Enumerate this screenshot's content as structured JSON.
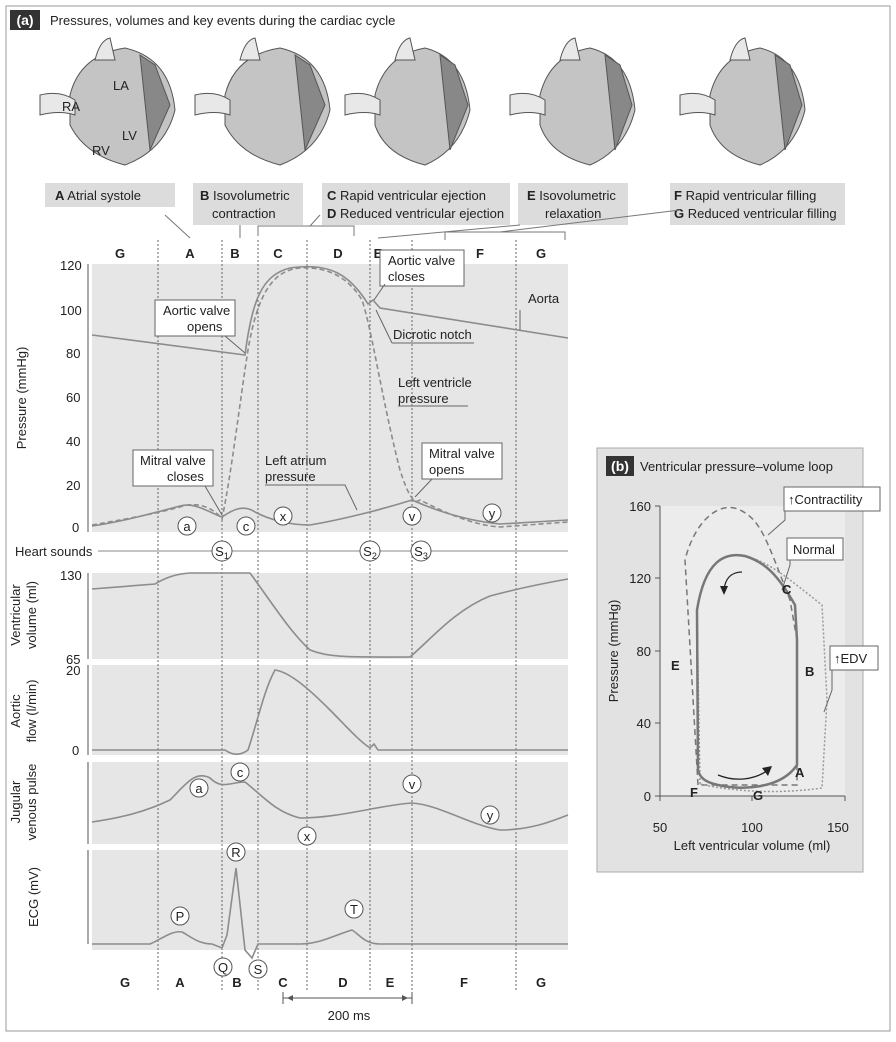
{
  "panel_a": {
    "badge": "(a)",
    "title": "Pressures, volumes and key events during the cardiac cycle",
    "heart_labels": {
      "ra": "RA",
      "la": "LA",
      "rv": "RV",
      "lv": "LV"
    },
    "phase_captions": [
      {
        "letter": "A",
        "text": "Atrial systole"
      },
      {
        "letter": "B",
        "text": "Isovolumetric"
      },
      {
        "letter": "",
        "text": "contraction"
      },
      {
        "letter": "C",
        "text": "Rapid ventricular ejection"
      },
      {
        "letter": "D",
        "text": "Reduced ventricular ejection"
      },
      {
        "letter": "E",
        "text": "Isovolumetric"
      },
      {
        "letter": "",
        "text": "relaxation"
      },
      {
        "letter": "F",
        "text": "Rapid ventricular filling"
      },
      {
        "letter": "G",
        "text": "Reduced ventricular filling"
      }
    ],
    "phase_letters_top": [
      "G",
      "A",
      "B",
      "C",
      "D",
      "E",
      "F",
      "G"
    ],
    "phase_letters_bottom": [
      "G",
      "A",
      "B",
      "C",
      "D",
      "E",
      "F",
      "G"
    ],
    "pressure": {
      "ylabel": "Pressure (mmHg)",
      "ticks": [
        "120",
        "100",
        "80",
        "60",
        "40",
        "20",
        "0"
      ],
      "annotations": {
        "aortic_opens_1": "Aortic valve",
        "aortic_opens_2": "opens",
        "aortic_closes_1": "Aortic valve",
        "aortic_closes_2": "closes",
        "aorta": "Aorta",
        "dicrotic": "Dicrotic notch",
        "lv_1": "Left ventricle",
        "lv_2": "pressure",
        "mitral_closes_1": "Mitral valve",
        "mitral_closes_2": "closes",
        "la_1": "Left atrium",
        "la_2": "pressure",
        "mitral_opens_1": "Mitral valve",
        "mitral_opens_2": "opens"
      },
      "wave_labels": [
        "a",
        "c",
        "x",
        "v",
        "y"
      ]
    },
    "heart_sounds": {
      "label": "Heart sounds",
      "s1": "S",
      "s1_sub": "1",
      "s2": "S",
      "s2_sub": "2",
      "s3": "S",
      "s3_sub": "3"
    },
    "volume": {
      "ylabel_1": "Ventricular",
      "ylabel_2": "volume (ml)",
      "top_tick": "130",
      "bottom_tick": "65"
    },
    "aortic_flow": {
      "ylabel_1": "Aortic",
      "ylabel_2": "flow (l/min)",
      "top_tick": "20",
      "bottom_tick": "0"
    },
    "jugular": {
      "ylabel_1": "Jugular",
      "ylabel_2": "venous pulse",
      "wave_labels": [
        "a",
        "c",
        "x",
        "v",
        "y"
      ]
    },
    "ecg": {
      "ylabel": "ECG (mV)",
      "wave_labels": [
        "P",
        "R",
        "T",
        "Q",
        "S"
      ]
    },
    "scale_bar": "200 ms"
  },
  "panel_b": {
    "badge": "(b)",
    "title": "Ventricular pressure–volume loop",
    "ylabel": "Pressure (mmHg)",
    "xlabel": "Left ventricular volume (ml)",
    "yticks": [
      "160",
      "120",
      "80",
      "40",
      "0"
    ],
    "xticks": [
      "50",
      "100",
      "150"
    ],
    "callouts": {
      "contractility": "↑Contractility",
      "normal": "Normal",
      "edv": "↑EDV"
    },
    "point_labels": [
      "A",
      "B",
      "C",
      "E",
      "F",
      "G"
    ]
  },
  "colors": {
    "band": "#e6e6e6",
    "curve": "#8c8c8c",
    "caption_band": "#dcdcdc",
    "panel_b_bg": "#e2e2e2"
  }
}
